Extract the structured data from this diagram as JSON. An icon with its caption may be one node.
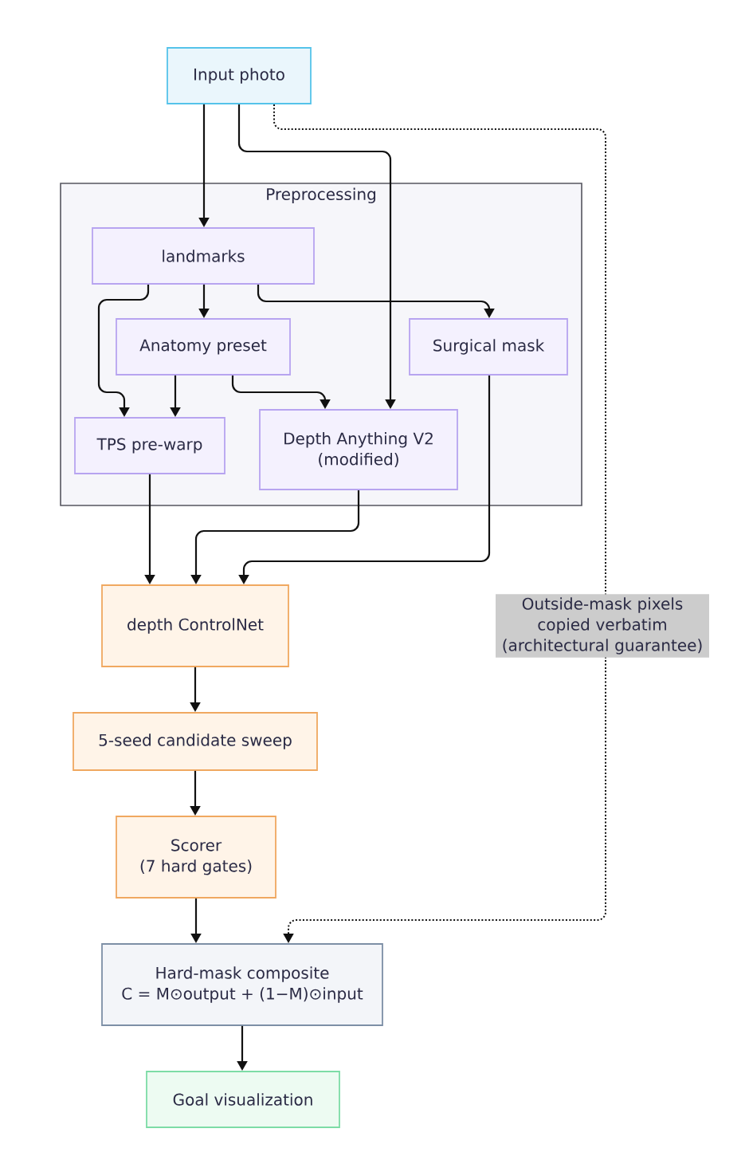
{
  "diagram": {
    "nodes": [
      {
        "text": [
          "Input photo"
        ]
      },
      {
        "text": [
          "Preprocessing"
        ]
      },
      {
        "text": [
          "landmarks"
        ],
        "in": 1
      },
      {
        "text": [
          "Anatomy preset"
        ],
        "in": 1
      },
      {
        "text": [
          "Surgical mask"
        ],
        "in": 1
      },
      {
        "text": [
          "TPS pre-warp"
        ],
        "in": 1
      },
      {
        "text": [
          "Depth Anything V2",
          "(modified)"
        ],
        "in": 1
      },
      {
        "text": [
          "depth ControlNet"
        ]
      },
      {
        "text": [
          "5-seed candidate sweep"
        ]
      },
      {
        "text": [
          "Scorer",
          "(7 hard gates)"
        ]
      },
      {
        "text": [
          "Hard-mask composite",
          "C = M⊙output + (1−M)⊙input"
        ]
      },
      {
        "text": [
          "Goal visualization"
        ]
      }
    ],
    "edges": [
      {
        "from": 0,
        "to": 2,
        "arrow": "to"
      },
      {
        "from": 0,
        "to": 6,
        "arrow": "to"
      },
      {
        "from": 0,
        "to": 10,
        "arrow": "to",
        "style": "dashed",
        "label": "Outside-mask pixels copied verbatim (architectural guarantee)"
      },
      {
        "from": 2,
        "to": 3,
        "arrow": "to"
      },
      {
        "from": 2,
        "to": 5,
        "arrow": "to"
      },
      {
        "from": 2,
        "to": 4,
        "arrow": "to"
      },
      {
        "from": 3,
        "to": 5,
        "arrow": "to"
      },
      {
        "from": 3,
        "to": 6,
        "arrow": "to"
      },
      {
        "from": 4,
        "to": 7,
        "arrow": "to"
      },
      {
        "from": 5,
        "to": 7,
        "arrow": "to"
      },
      {
        "from": 6,
        "to": 7,
        "arrow": "to"
      },
      {
        "from": 7,
        "to": 8,
        "arrow": "to"
      },
      {
        "from": 8,
        "to": 9,
        "arrow": "to"
      },
      {
        "from": 9,
        "to": 10,
        "arrow": "to"
      },
      {
        "from": 10,
        "to": 11,
        "arrow": "to"
      }
    ]
  }
}
